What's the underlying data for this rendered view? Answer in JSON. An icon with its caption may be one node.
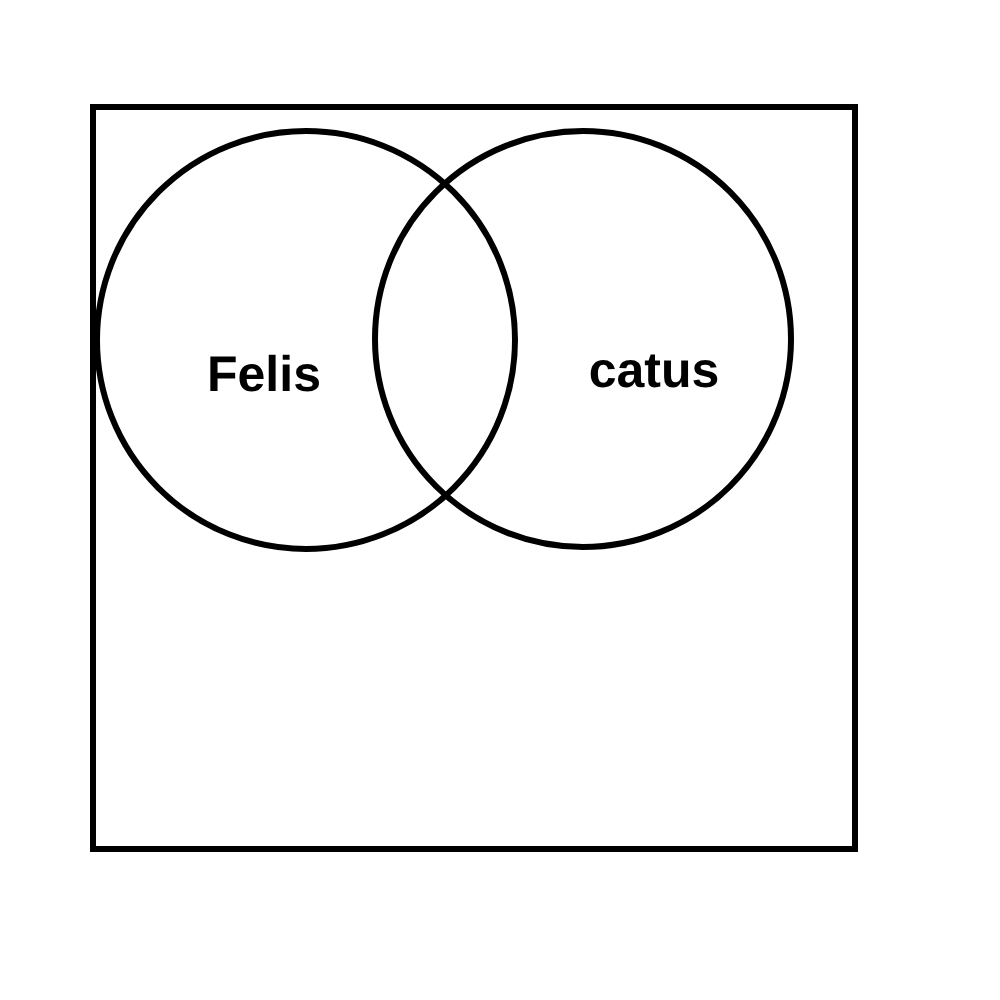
{
  "diagram": {
    "nodes": [
      {
        "text": [],
        "shape": "box"
      },
      {
        "text": [
          "Felis"
        ],
        "in": 0
      },
      {
        "text": [
          "catus"
        ],
        "in": 0
      }
    ]
  }
}
